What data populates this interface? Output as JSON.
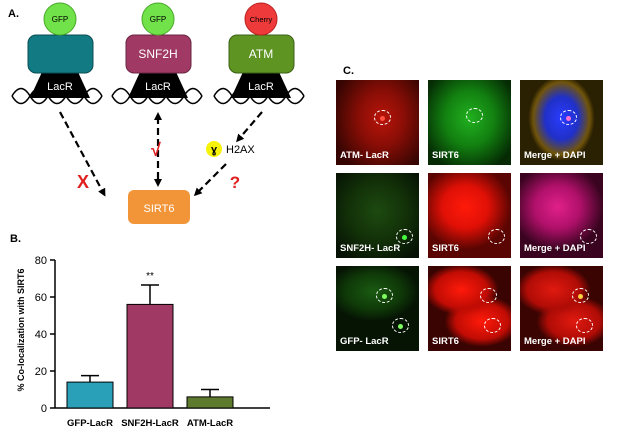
{
  "panel_a": {
    "letter": "A.",
    "constructs": [
      {
        "tag": "GFP",
        "tag_color": "#72e24a",
        "box_label": "",
        "box_color": "#117a82",
        "lacr": "LacR"
      },
      {
        "tag": "GFP",
        "tag_color": "#72e24a",
        "box_label": "SNF2H",
        "box_color": "#a03a64",
        "lacr": "LacR"
      },
      {
        "tag": "Cherry",
        "tag_color": "#ee3a3a",
        "box_label": "ATM",
        "box_color": "#5e9422",
        "lacr": "LacR"
      }
    ],
    "target": {
      "label": "SIRT6",
      "color": "#f29538"
    },
    "h2ax": {
      "symbol": "ɣ",
      "label": "H2AX"
    },
    "marks": {
      "no": "X",
      "yes": "√",
      "unknown": "?"
    }
  },
  "panel_b": {
    "letter": "B.",
    "significance": "**",
    "chart_data": {
      "type": "bar",
      "categories": [
        "GFP-LacR",
        "SNF2H-LacR",
        "ATM-LacR"
      ],
      "values": [
        14,
        56,
        6
      ],
      "errors": [
        3.5,
        10.5,
        4
      ],
      "colors": [
        "#2a9fb8",
        "#a03a64",
        "#5e7a2e"
      ],
      "ylabel": "% Co-localization with SIRT6",
      "ylim": [
        0,
        80
      ],
      "yticks": [
        0,
        20,
        40,
        60,
        80
      ]
    }
  },
  "panel_c": {
    "letter": "C.",
    "rows": [
      {
        "labels": [
          "ATM- LacR",
          "SIRT6",
          "Merge + DAPI"
        ]
      },
      {
        "labels": [
          "SNF2H- LacR",
          "SIRT6",
          "Merge + DAPI"
        ]
      },
      {
        "labels": [
          "GFP- LacR",
          "SIRT6",
          "Merge + DAPI"
        ]
      }
    ]
  }
}
